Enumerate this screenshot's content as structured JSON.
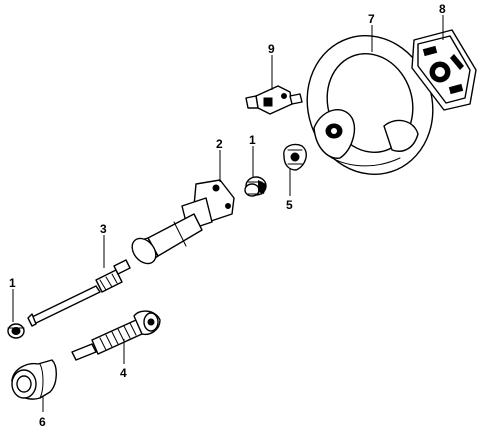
{
  "callouts": {
    "c1_left": "1",
    "c1_right": "1",
    "c2": "2",
    "c3": "3",
    "c4": "4",
    "c5": "5",
    "c6": "6",
    "c7": "7",
    "c8": "8",
    "c9": "9"
  },
  "colors": {
    "line": "#000000",
    "background": "#ffffff"
  }
}
